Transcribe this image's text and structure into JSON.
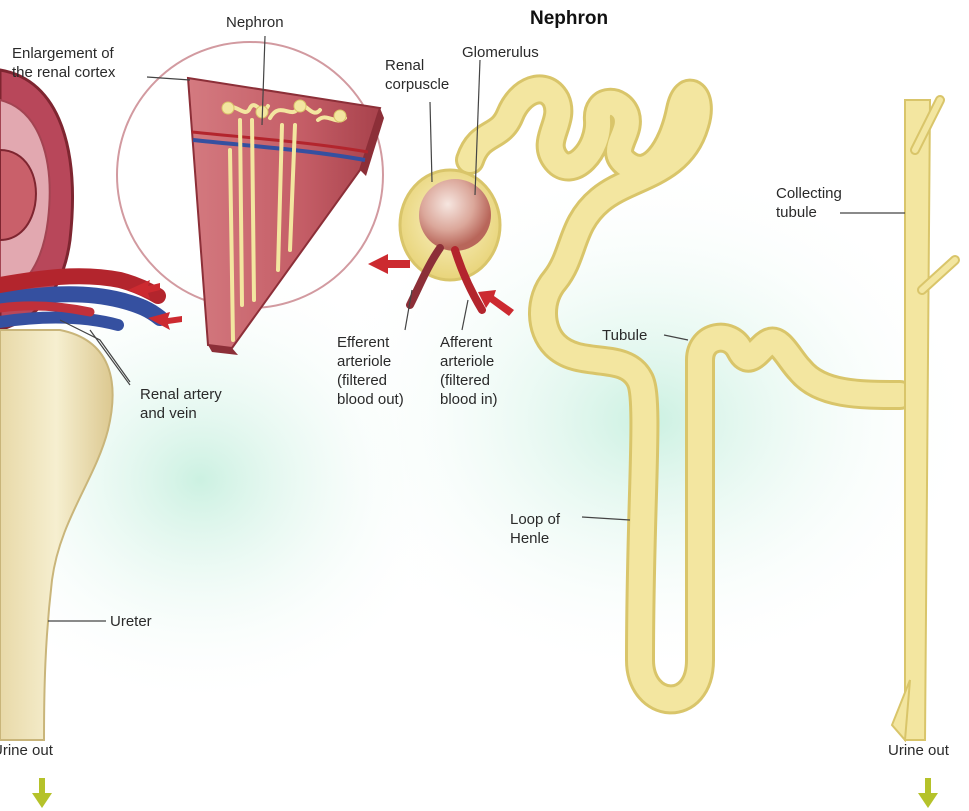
{
  "title": "Nephron",
  "labels": {
    "nephron_small": "Nephron",
    "enlargement": "Enlargement of\nthe renal cortex",
    "renal_corpuscle": "Renal\ncorpuscle",
    "glomerulus": "Glomerulus",
    "collecting_tubule": "Collecting\ntubule",
    "tubule": "Tubule",
    "efferent": "Efferent\narteriole\n(filtered\nblood out)",
    "afferent": "Afferent\narteriole\n(filtered\nblood in)",
    "renal_artery_vein": "Renal artery\nand vein",
    "loop_of_henle": "Loop of\nHenle",
    "ureter": "Ureter",
    "urine_out_left": "Urine out",
    "urine_out_right": "Urine out"
  },
  "colors": {
    "tubule_fill": "#f3e6a0",
    "tubule_edge": "#d9c56a",
    "artery": "#b3252d",
    "vein": "#3550a0",
    "tissue": "#c9606a",
    "glow": "#d9f5ea",
    "arrow_green": "#b5c22a"
  }
}
